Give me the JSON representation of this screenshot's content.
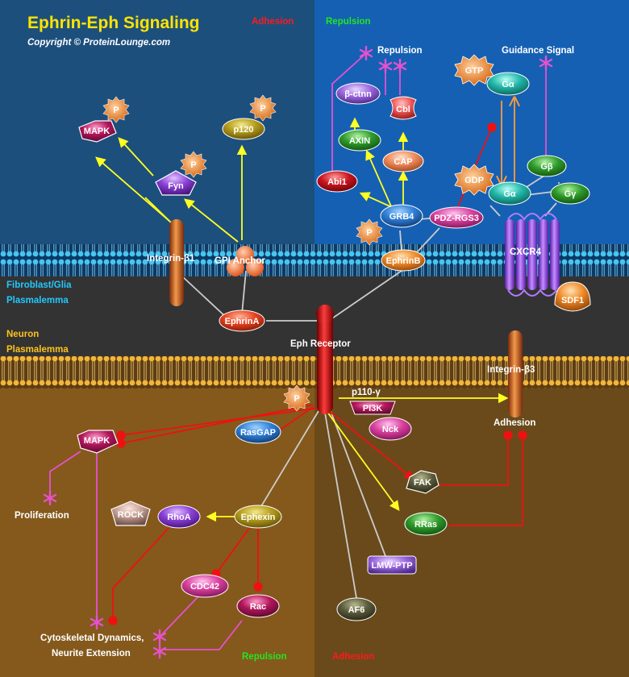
{
  "header": {
    "title": "Ephrin-Eph Signaling",
    "copyright": "Copyright © ProteinLounge.com"
  },
  "regions": {
    "adhesion_top": "Adhesion",
    "repulsion_top": "Repulsion",
    "repulsion_bottom": "Repulsion",
    "adhesion_bottom": "Adhesion",
    "fibroblast_line1": "Fibroblast/Glia",
    "fibroblast_line2": "Plasmalemma",
    "neuron_line1": "Neuron",
    "neuron_line2": "Plasmalemma"
  },
  "labels": {
    "repulsion_mid": "Repulsion",
    "guidance_signal": "Guidance Signal",
    "integrin_b1": "Integrin-β1",
    "gpi_anchor": "GPI Anchor",
    "cxcr4": "CXCR4",
    "eph_receptor": "Eph Receptor",
    "integrin_b3": "Integrin-β3",
    "adhesion_mid": "Adhesion",
    "proliferation": "Proliferation",
    "cyto_line1": "Cytoskeletal  Dynamics,",
    "cyto_line2": "Neurite Extension",
    "p110": "p110-γ"
  },
  "nodes": {
    "mapk_top": "MAPK",
    "fyn": "Fyn",
    "p120": "p120",
    "b_ctnn": "β-ctnn",
    "axin": "AXIN",
    "abi1": "Abi1",
    "cbl": "Cbl",
    "cap": "CAP",
    "grb4": "GRB4",
    "pdz_rgs3": "PDZ-RGS3",
    "ephrin_b": "EphrinB",
    "ephrin_a": "EphrinA",
    "gtp": "GTP",
    "galpha_top": "Gα",
    "gdp": "GDP",
    "galpha": "Gα",
    "gbeta": "Gβ",
    "ggamma": "Gγ",
    "sdf1": "SDF1",
    "pi3k": "PI3K",
    "nck": "Nck",
    "rasgap": "RasGAP",
    "mapk_bottom": "MAPK",
    "fak": "FAK",
    "rock": "ROCK",
    "rhoa": "RhoA",
    "ephexin": "Ephexin",
    "rras": "RRas",
    "cdc42": "CDC42",
    "rac": "Rac",
    "lmw_ptp": "LMW-PTP",
    "af6": "AF6",
    "p": "P"
  },
  "colors": {
    "top_left_bg": "#1d4f7d",
    "top_right_bg": "#1560b3",
    "middle_bg": "#333333",
    "bottom_left_bg": "#84591b",
    "bottom_right_bg": "#6a4a1b",
    "activation": "#ffff22",
    "inhibition": "#ee1111",
    "binding": "#cccccc",
    "outcome": "#e850d0",
    "title": "#ffe400",
    "red_label": "#ff1a1a",
    "green_label": "#22e622",
    "cyan_label": "#22c8ff",
    "yellow_label": "#ffc21a"
  }
}
